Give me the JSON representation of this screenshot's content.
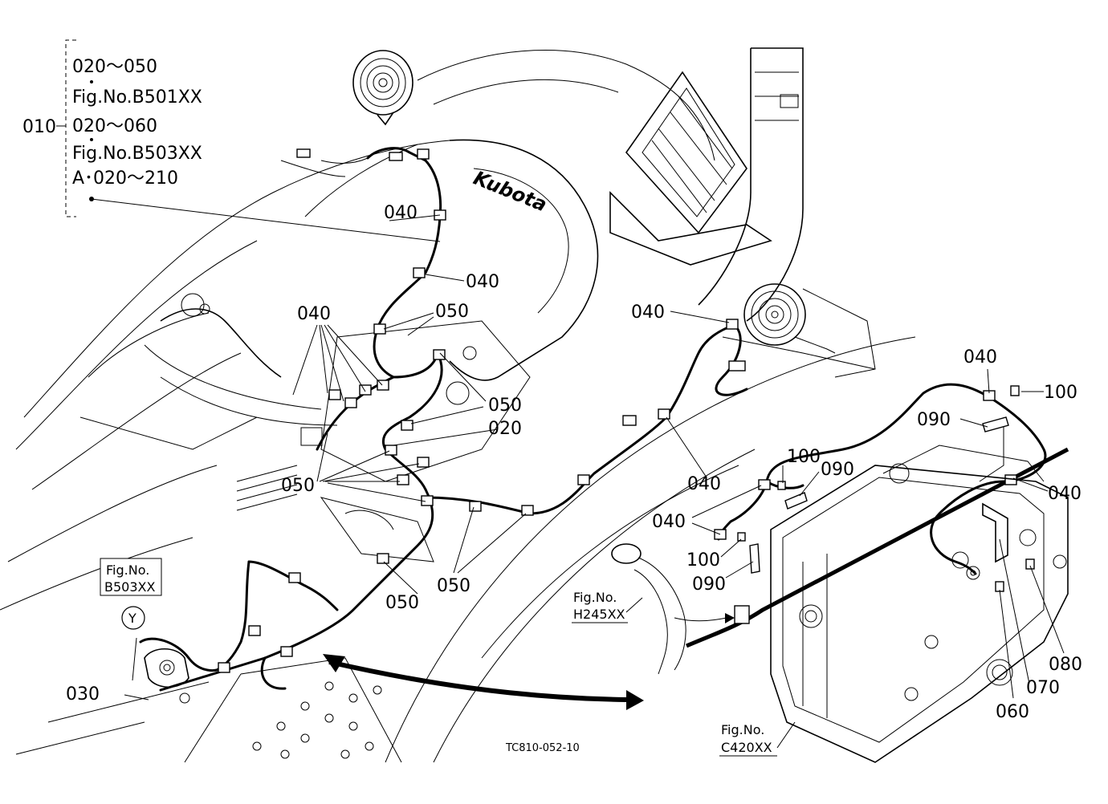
{
  "ref_block": {
    "lines": [
      "020～050",
      "Fig.No.B501XX",
      "020～060",
      "Fig.No.B503XX",
      "A･020～210"
    ],
    "part": "010"
  },
  "callouts": {
    "c040_a": "040",
    "c040_b": "040",
    "c040_c": "040",
    "c040_d": "040",
    "c040_e": "040",
    "c040_f": "040",
    "c040_g": "040",
    "c040_h": "040",
    "c050_a": "050",
    "c050_b": "050",
    "c050_c": "050",
    "c050_d": "050",
    "c050_e": "050",
    "c020": "020",
    "c030": "030",
    "c100_a": "100",
    "c100_b": "100",
    "c100_c": "100",
    "c090_a": "090",
    "c090_b": "090",
    "c090_c": "090",
    "c060": "060",
    "c070": "070",
    "c080": "080"
  },
  "figrefs": {
    "b503": [
      "Fig.No.",
      "B503XX"
    ],
    "circle_letter": "Y",
    "h245": [
      "Fig.No.",
      "H245XX"
    ],
    "c420": [
      "Fig.No.",
      "C420XX"
    ]
  },
  "brand_text": "Kubota",
  "drawing_code": "TC810-052-10"
}
